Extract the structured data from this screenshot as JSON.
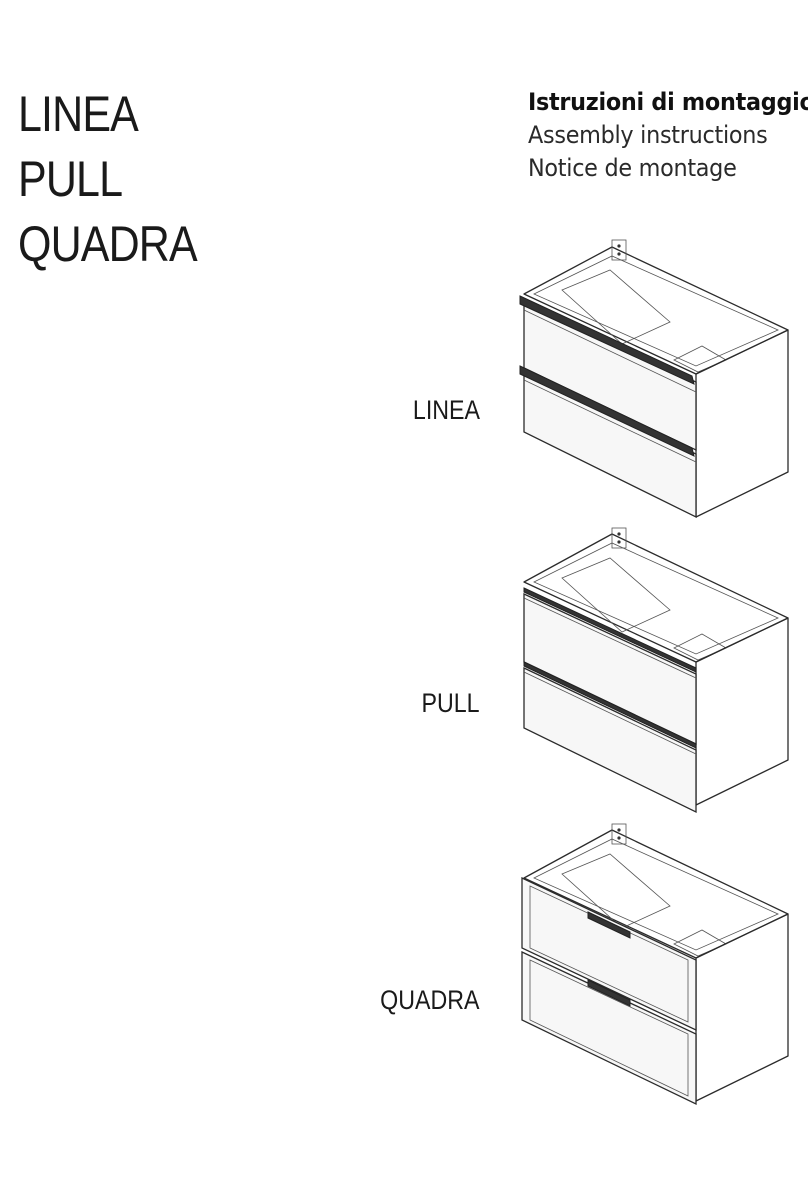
{
  "products": [
    "LINEA",
    "PULL",
    "QUADRA"
  ],
  "instructions": {
    "it": "Istruzioni di montaggio",
    "en": "Assembly instructions",
    "fr": "Notice de montage"
  },
  "variants": [
    {
      "label": "LINEA"
    },
    {
      "label": "PULL"
    },
    {
      "label": "QUADRA"
    }
  ]
}
